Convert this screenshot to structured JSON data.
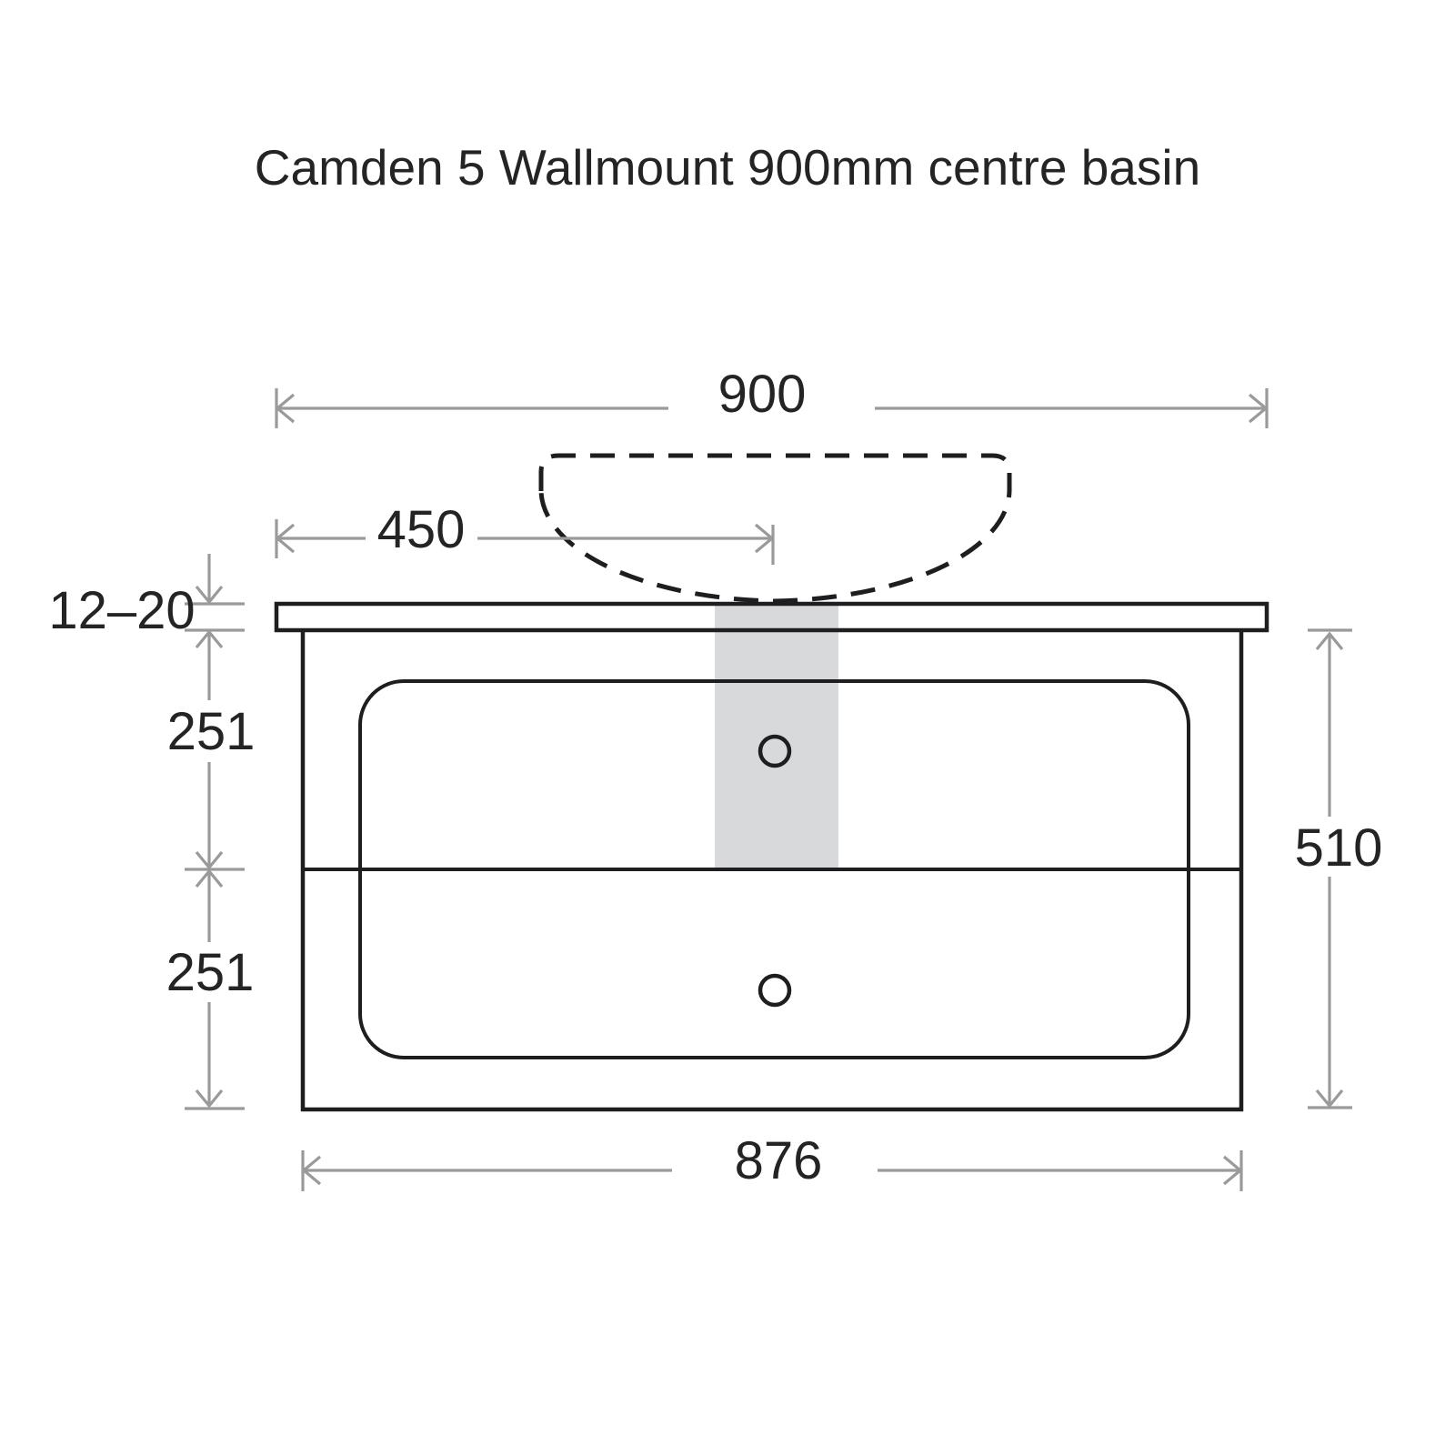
{
  "title": "Camden 5 Wallmount 900mm centre basin",
  "dimensions": {
    "overall_width_mm": "900",
    "basin_centre_mm": "450",
    "benchtop_thickness_mm": "12–20",
    "top_drawer_mm": "251",
    "bottom_drawer_mm": "251",
    "cabinet_height_mm": "510",
    "cabinet_width_mm": "876"
  },
  "colors": {
    "outline": "#1e1e20",
    "dimension_line": "#9a9a9c",
    "text": "#242424",
    "centre_highlight": "#d8d9da",
    "background": "#ffffff"
  }
}
